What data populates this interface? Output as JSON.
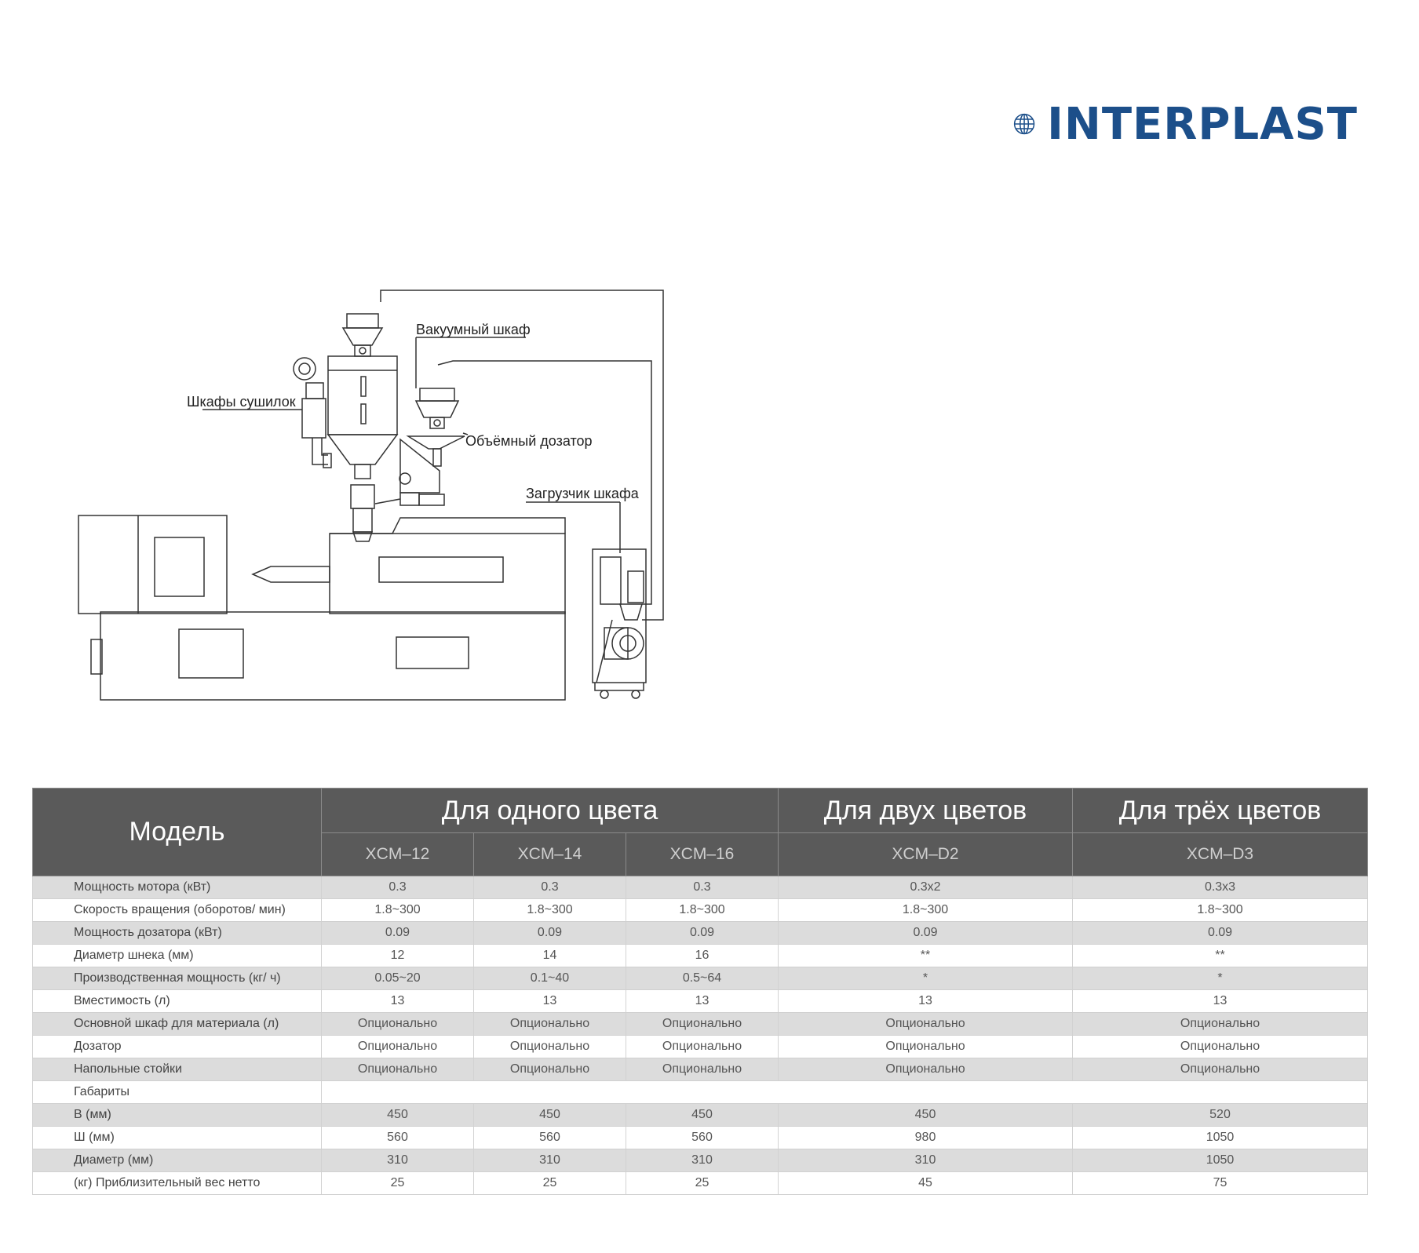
{
  "brand": {
    "name": "INTERPLAST",
    "color": "#1c4f8a",
    "icon": "globe-icon"
  },
  "diagram": {
    "labels": {
      "vacuum": "Вакуумный шкаф",
      "dryers": "Шкафы сушилок",
      "doser": "Объёмный дозатор",
      "loader": "Загрузчик шкафа"
    }
  },
  "table": {
    "model_label": "Модель",
    "groups": [
      "Для одного цвета",
      "Для двух цветов",
      "Для трёх цветов"
    ],
    "models": [
      "XCM–12",
      "XCM–14",
      "XCM–16",
      "XCM–D2",
      "XCM–D3"
    ],
    "rows": [
      {
        "label": "Мощность мотора (кВт)",
        "values": [
          "0.3",
          "0.3",
          "0.3",
          "0.3x2",
          "0.3x3"
        ]
      },
      {
        "label": "Скорость вращения (оборотов/ мин)",
        "values": [
          "1.8~300",
          "1.8~300",
          "1.8~300",
          "1.8~300",
          "1.8~300"
        ]
      },
      {
        "label": "Мощность дозатора (кВт)",
        "values": [
          "0.09",
          "0.09",
          "0.09",
          "0.09",
          "0.09"
        ]
      },
      {
        "label": "Диаметр шнека (мм)",
        "values": [
          "12",
          "14",
          "16",
          "**",
          "**"
        ]
      },
      {
        "label": "Производственная мощность (кг/ ч)",
        "values": [
          "0.05~20",
          "0.1~40",
          "0.5~64",
          "*",
          "*"
        ]
      },
      {
        "label": "Вместимость (л)",
        "values": [
          "13",
          "13",
          "13",
          "13",
          "13"
        ]
      },
      {
        "label": "Основной шкаф для материала (л)",
        "values": [
          "Опционально",
          "Опционально",
          "Опционально",
          "Опционально",
          "Опционально"
        ]
      },
      {
        "label": "Дозатор",
        "values": [
          "Опционально",
          "Опционально",
          "Опционально",
          "Опционально",
          "Опционально"
        ]
      },
      {
        "label": "Напольные стойки",
        "values": [
          "Опционально",
          "Опционально",
          "Опционально",
          "Опционально",
          "Опционально"
        ]
      },
      {
        "label": "Габариты",
        "values": []
      },
      {
        "label": "В (мм)",
        "values": [
          "450",
          "450",
          "450",
          "450",
          "520"
        ]
      },
      {
        "label": "Ш (мм)",
        "values": [
          "560",
          "560",
          "560",
          "980",
          "1050"
        ]
      },
      {
        "label": "Диаметр (мм)",
        "values": [
          "310",
          "310",
          "310",
          "310",
          "1050"
        ]
      },
      {
        "label": "(кг) Приблизительный вес нетто",
        "values": [
          "25",
          "25",
          "25",
          "45",
          "75"
        ]
      }
    ]
  }
}
